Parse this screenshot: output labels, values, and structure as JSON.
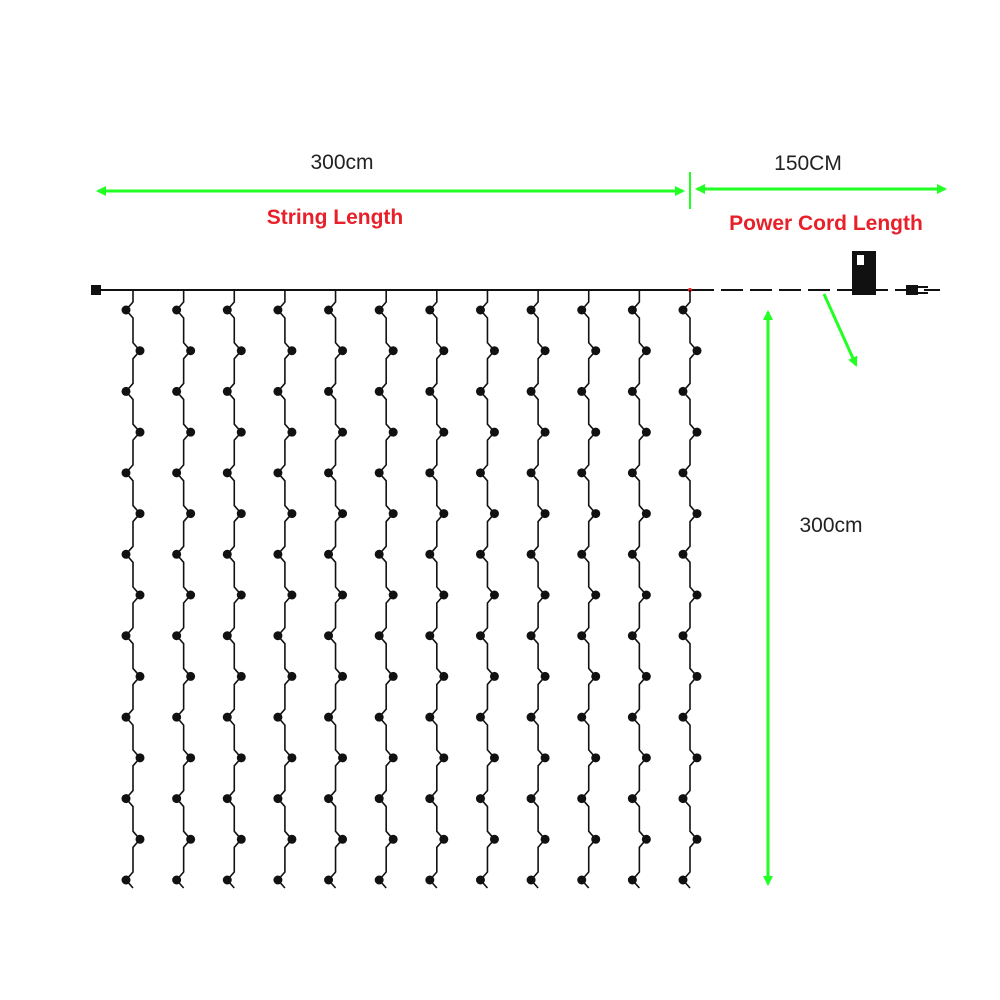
{
  "labels": {
    "string_length_value": "300cm",
    "string_length_caption": "String Length",
    "power_cord_value": "150CM",
    "power_cord_caption": "Power Cord Length",
    "drop_length_value": "300cm"
  },
  "colors": {
    "arrow": "#22ff22",
    "caption": "#e8202a",
    "wire": "#111111",
    "bulb": "#111111"
  },
  "curtain": {
    "strand_count": 12,
    "bulbs_per_strand": 15
  }
}
